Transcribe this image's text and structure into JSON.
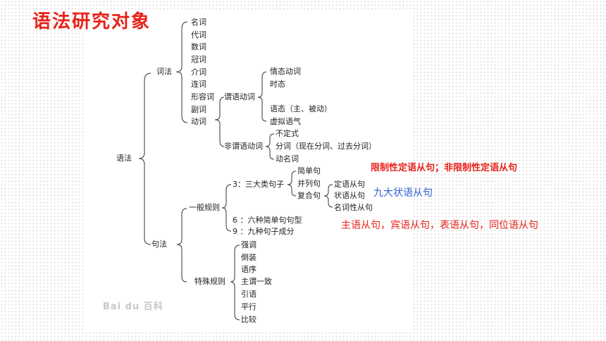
{
  "title": "语法研究对象",
  "root": "语法",
  "cifa": {
    "label": "词法",
    "items": [
      "名词",
      "代词",
      "数词",
      "冠词",
      "介词",
      "连词",
      "形容词",
      "副词",
      "动词"
    ],
    "dongci": {
      "weiyu": {
        "label": "谓语动词",
        "items": [
          "情态动词",
          "时态",
          "语态（主、被动）",
          "虚拟语气"
        ]
      },
      "feiweiyu": {
        "label": "非谓语动词",
        "items": [
          "不定式",
          "分词（现在分词、过去分词）",
          "动名词"
        ]
      }
    }
  },
  "jufa": {
    "label": "句法",
    "yiban": {
      "label": "一般规则",
      "sanda": {
        "label": "3：三大类句子",
        "items": [
          "简单句",
          "并列句",
          "复合句"
        ],
        "fuhe": [
          "定语从句",
          "状语从句",
          "名词性从句"
        ]
      },
      "liuzhong": "6 ：六种简单句句型",
      "jiuzhong": "9 ：九种句子成分"
    },
    "teshu": {
      "label": "特殊规则",
      "items": [
        "强调",
        "倒装",
        "语序",
        "主谓一致",
        "引语",
        "平行",
        "比较"
      ]
    }
  },
  "annotations": {
    "dingyu": "限制性定语从句；非限制性定语从句",
    "zhuangyu": "九大状语从句",
    "mingci": "主语从句，宾语从句，表语从句，同位语从句"
  },
  "watermark": "Bai du 百科"
}
